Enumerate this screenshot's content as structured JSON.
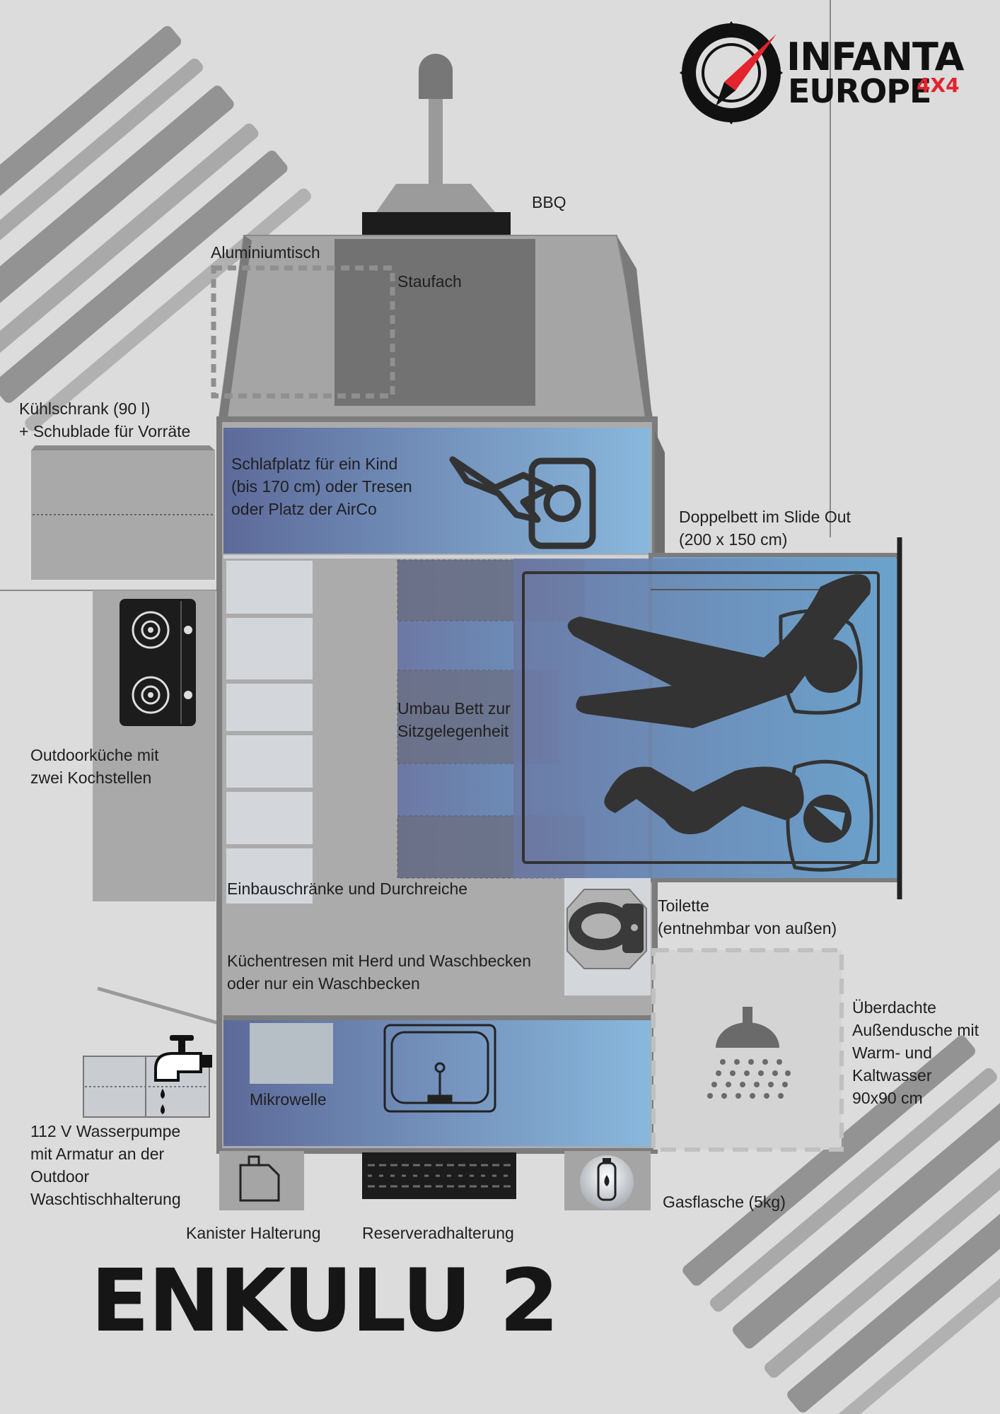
{
  "brand": {
    "line1": "INFANTA",
    "line2": "EUROPE",
    "suffix": "4X4"
  },
  "title": "ENKULU 2",
  "labels": {
    "bbq": "BBQ",
    "table": "Aluminiumtisch",
    "storage": "Staufach",
    "fridge": "Kühlschrank (90 l)\n+ Schublade für Vorräte",
    "child_bed": "Schlafplatz für ein Kind\n(bis 170 cm) oder Tresen\noder Platz der AirCo",
    "double_bed": "Doppelbett im Slide Out\n(200 x 150 cm)",
    "convert_bed": "Umbau Bett zur\nSitzgelegenheit",
    "outdoor_kitchen": "Outdoorküche mit\nzwei Kochstellen",
    "cabinets": "Einbauschränke und Durchreiche",
    "toilet": "Toilette\n(entnehmbar von außen)",
    "counter": "Küchentresen mit Herd und Waschbecken\n oder nur ein Waschbecken",
    "shower": "Überdachte\nAußendusche mit\nWarm- und\nKaltwasser\n90x90 cm",
    "microwave": "Mikrowelle",
    "pump": "112 V Wasserpumpe\nmit Armatur an der\nOutdoor\nWaschtischhalterung",
    "gas": "Gasflasche (5kg)",
    "canister": "Kanister Halterung",
    "spare_wheel": "Reserveradhalterung"
  },
  "colors": {
    "background": "#dcdcdc",
    "accent": "#e3232d",
    "blue_light": "#89b8dd",
    "blue_dark": "#5d6a9a",
    "panel": "#a9a9a9",
    "ink": "#333333"
  },
  "icons": [
    "compass-logo-icon",
    "bbq-grill-icon",
    "gas-stove-icon",
    "sleeping-child-icon",
    "couple-sleeping-icon",
    "toilet-icon",
    "shower-icon",
    "sink-icon",
    "water-tap-icon",
    "canister-icon",
    "gas-bottle-icon",
    "spare-tire-icon",
    "tire-track-decoration"
  ]
}
